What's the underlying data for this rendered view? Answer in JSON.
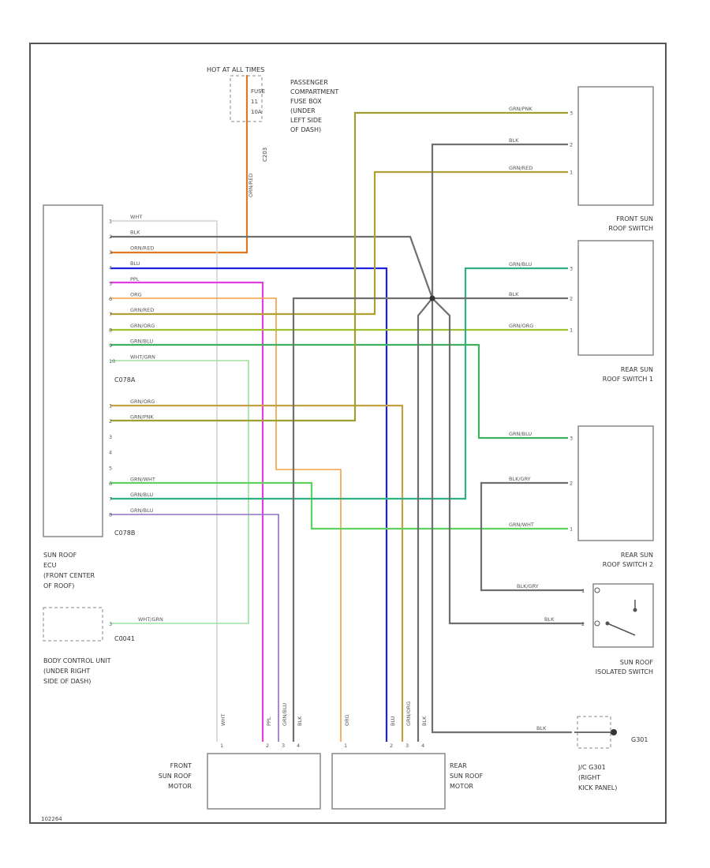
{
  "fuse": {
    "hot": "HOT AT ALL TIMES",
    "fuse_lines": [
      "FUSE",
      "11",
      "10A"
    ],
    "location": [
      "PASSENGER",
      "COMPARTMENT",
      "FUSE BOX",
      "(UNDER",
      "LEFT SIDE",
      "OF DASH)"
    ],
    "connector": "C203",
    "wire": "ORN/RED"
  },
  "ecu": {
    "label": [
      "SUN ROOF",
      "ECU",
      "(FRONT CENTER",
      "OF ROOF)"
    ],
    "connector_a": "C078A",
    "connector_b": "C078B",
    "pins_a": [
      {
        "pin": "1",
        "wire": "WHT",
        "color": "#cccccc"
      },
      {
        "pin": "2",
        "wire": "BLK",
        "color": "#707070"
      },
      {
        "pin": "3",
        "wire": "ORN/RED",
        "color": "#e07820"
      },
      {
        "pin": "4",
        "wire": "BLU",
        "color": "#2020e0"
      },
      {
        "pin": "5",
        "wire": "PPL",
        "color": "#e040e0"
      },
      {
        "pin": "6",
        "wire": "ORG",
        "color": "#f0a040"
      },
      {
        "pin": "7",
        "wire": "GRN/RED",
        "color": "#b0a030"
      },
      {
        "pin": "8",
        "wire": "GRN/ORG",
        "color": "#a0c030"
      },
      {
        "pin": "9",
        "wire": "GRN/BLU",
        "color": "#40b060"
      },
      {
        "pin": "10",
        "wire": "WHT/GRN",
        "color": "#a0e0a0"
      }
    ],
    "pins_b": [
      {
        "pin": "1",
        "wire": "GRN/ORG",
        "color": "#c0a040"
      },
      {
        "pin": "2",
        "wire": "GRN/PNK",
        "color": "#a0a030"
      },
      {
        "pin": "3",
        "wire": "",
        "color": ""
      },
      {
        "pin": "4",
        "wire": "",
        "color": ""
      },
      {
        "pin": "5",
        "wire": "",
        "color": ""
      },
      {
        "pin": "6",
        "wire": "GRN/WHT",
        "color": "#60d060"
      },
      {
        "pin": "7",
        "wire": "GRN/BLU",
        "color": "#30b080"
      },
      {
        "pin": "8",
        "wire": "GRN/BLU",
        "color": "#9070c0"
      }
    ]
  },
  "bcu": {
    "label": [
      "BODY CONTROL UNIT",
      "(UNDER RIGHT",
      "SIDE OF DASH)"
    ],
    "connector": "C0041",
    "pin": "3",
    "wire": "WHT/GRN"
  },
  "front_switch": {
    "label": [
      "FRONT SUN",
      "ROOF SWITCH"
    ],
    "wires": [
      "GRN/PNK",
      "BLK",
      "GRN/RED"
    ],
    "pins": [
      "3",
      "2",
      "1"
    ]
  },
  "rear_switch1": {
    "label": [
      "REAR SUN",
      "ROOF SWITCH 1"
    ],
    "wires": [
      "GRN/BLU",
      "BLK",
      "GRN/ORG"
    ],
    "pins": [
      "3",
      "2",
      "1"
    ]
  },
  "rear_switch2": {
    "label": [
      "REAR SUN",
      "ROOF SWITCH 2"
    ],
    "wires": [
      "GRN/BLU",
      "BLK/GRY",
      "GRN/WHT"
    ],
    "pins": [
      "3",
      "2",
      "1"
    ]
  },
  "isolated_switch": {
    "label": [
      "SUN ROOF",
      "ISOLATED SWITCH"
    ],
    "wires": [
      "BLK/GRY",
      "BLK"
    ],
    "pins": [
      "1",
      "2"
    ]
  },
  "ground": {
    "label": [
      "J/C G301",
      "(RIGHT",
      "KICK PANEL)"
    ],
    "id": "G301",
    "wire": "BLK"
  },
  "front_motor": {
    "label": [
      "FRONT",
      "SUN ROOF",
      "MOTOR"
    ],
    "wires": [
      "WHT",
      "PPL",
      "GRN/BLU",
      "BLK"
    ],
    "pins": [
      "1",
      "2",
      "3",
      "4"
    ]
  },
  "rear_motor": {
    "label": [
      "REAR",
      "SUN ROOF",
      "MOTOR"
    ],
    "wires": [
      "ORG",
      "BLU",
      "GRN/ORG",
      "BLK"
    ],
    "pins": [
      "1",
      "2",
      "3",
      "4"
    ]
  },
  "footer": "102264"
}
